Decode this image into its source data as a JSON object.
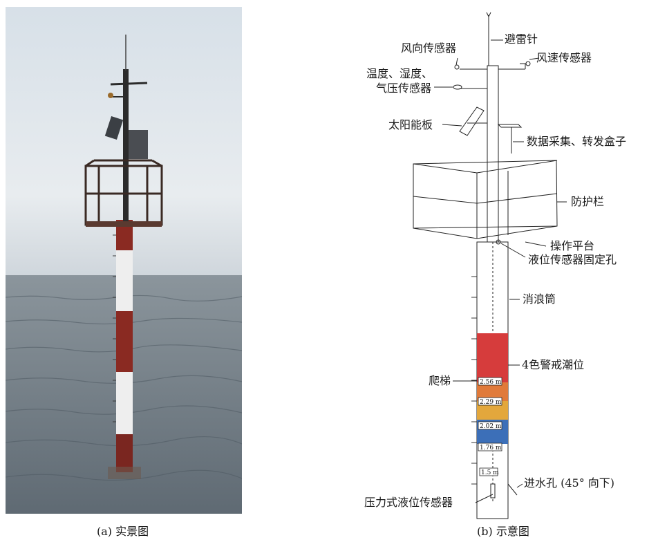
{
  "captions": {
    "photo": "(a) 实景图",
    "diagram": "(b) 示意图"
  },
  "labels": {
    "lightning_rod": "避雷针",
    "wind_direction": "风向传感器",
    "wind_speed": "风速传感器",
    "temp_humidity": "温度、湿度、",
    "pressure": "气压传感器",
    "solar_panel": "太阳能板",
    "data_box": "数据采集、转发盒子",
    "guardrail": "防护栏",
    "platform": "操作平台",
    "fixing_hole": "液位传感器固定孔",
    "wave_tube": "消浪筒",
    "warning_levels": "4色警戒潮位",
    "ladder": "爬梯",
    "inlet": "进水孔 (45° 向下)",
    "pressure_sensor": "压力式液位传感器"
  },
  "tide_marks": [
    "2.56 m",
    "2.29 m",
    "2.02 m",
    "1.76 m",
    "1.5 m"
  ],
  "colors": {
    "red": "#d63c3c",
    "orange": "#e07a3a",
    "yellow": "#e3a73c",
    "blue": "#3c6fb8",
    "pole_red": "#8a2a22",
    "sky_top": "#dbe3ea",
    "sea": "#6f7c86"
  }
}
